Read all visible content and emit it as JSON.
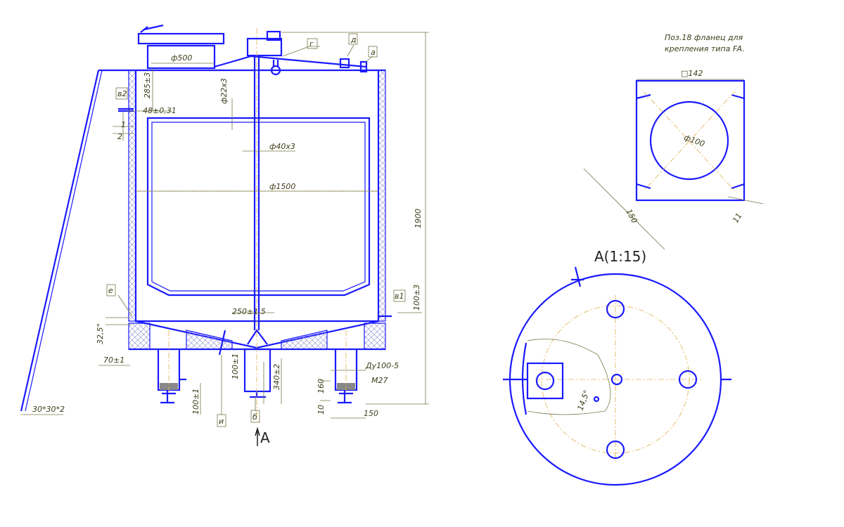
{
  "colors": {
    "line": "#1a1aff",
    "dimension": "#77774a",
    "centerline": "#e0b050"
  },
  "note": {
    "line1": "Поз.18  фланец для",
    "line2": "крепления  типа FA."
  },
  "flange": {
    "side": "□142",
    "bore": "ф100",
    "diag": "150",
    "slot": "11"
  },
  "view_title": "A(1:15)",
  "view_dim": "14,5°",
  "dims": {
    "manhole": "ф500",
    "d285": "285±3",
    "d48": "48±0,31",
    "d1": "1",
    "d2": "2",
    "pipe22": "ф22х3",
    "shaft40": "ф40х3",
    "dia1500": "ф1500",
    "h1900": "1900",
    "d100_3": "100±3",
    "d250": "250±1,5",
    "d32": "32,5°",
    "d70": "70±1",
    "d100a": "100±1",
    "d340": "340±2",
    "du100": "Ду100-5",
    "m27": "М27",
    "d160": "160",
    "d10": "10",
    "d150": "150",
    "d100b": "100±1",
    "angle": "30*30*2"
  },
  "callouts": {
    "g": "г",
    "d": "д",
    "a": "а",
    "v2": "в2",
    "v1": "в1",
    "e": "е",
    "i": "и",
    "b": "б"
  },
  "section_arrow": "A"
}
